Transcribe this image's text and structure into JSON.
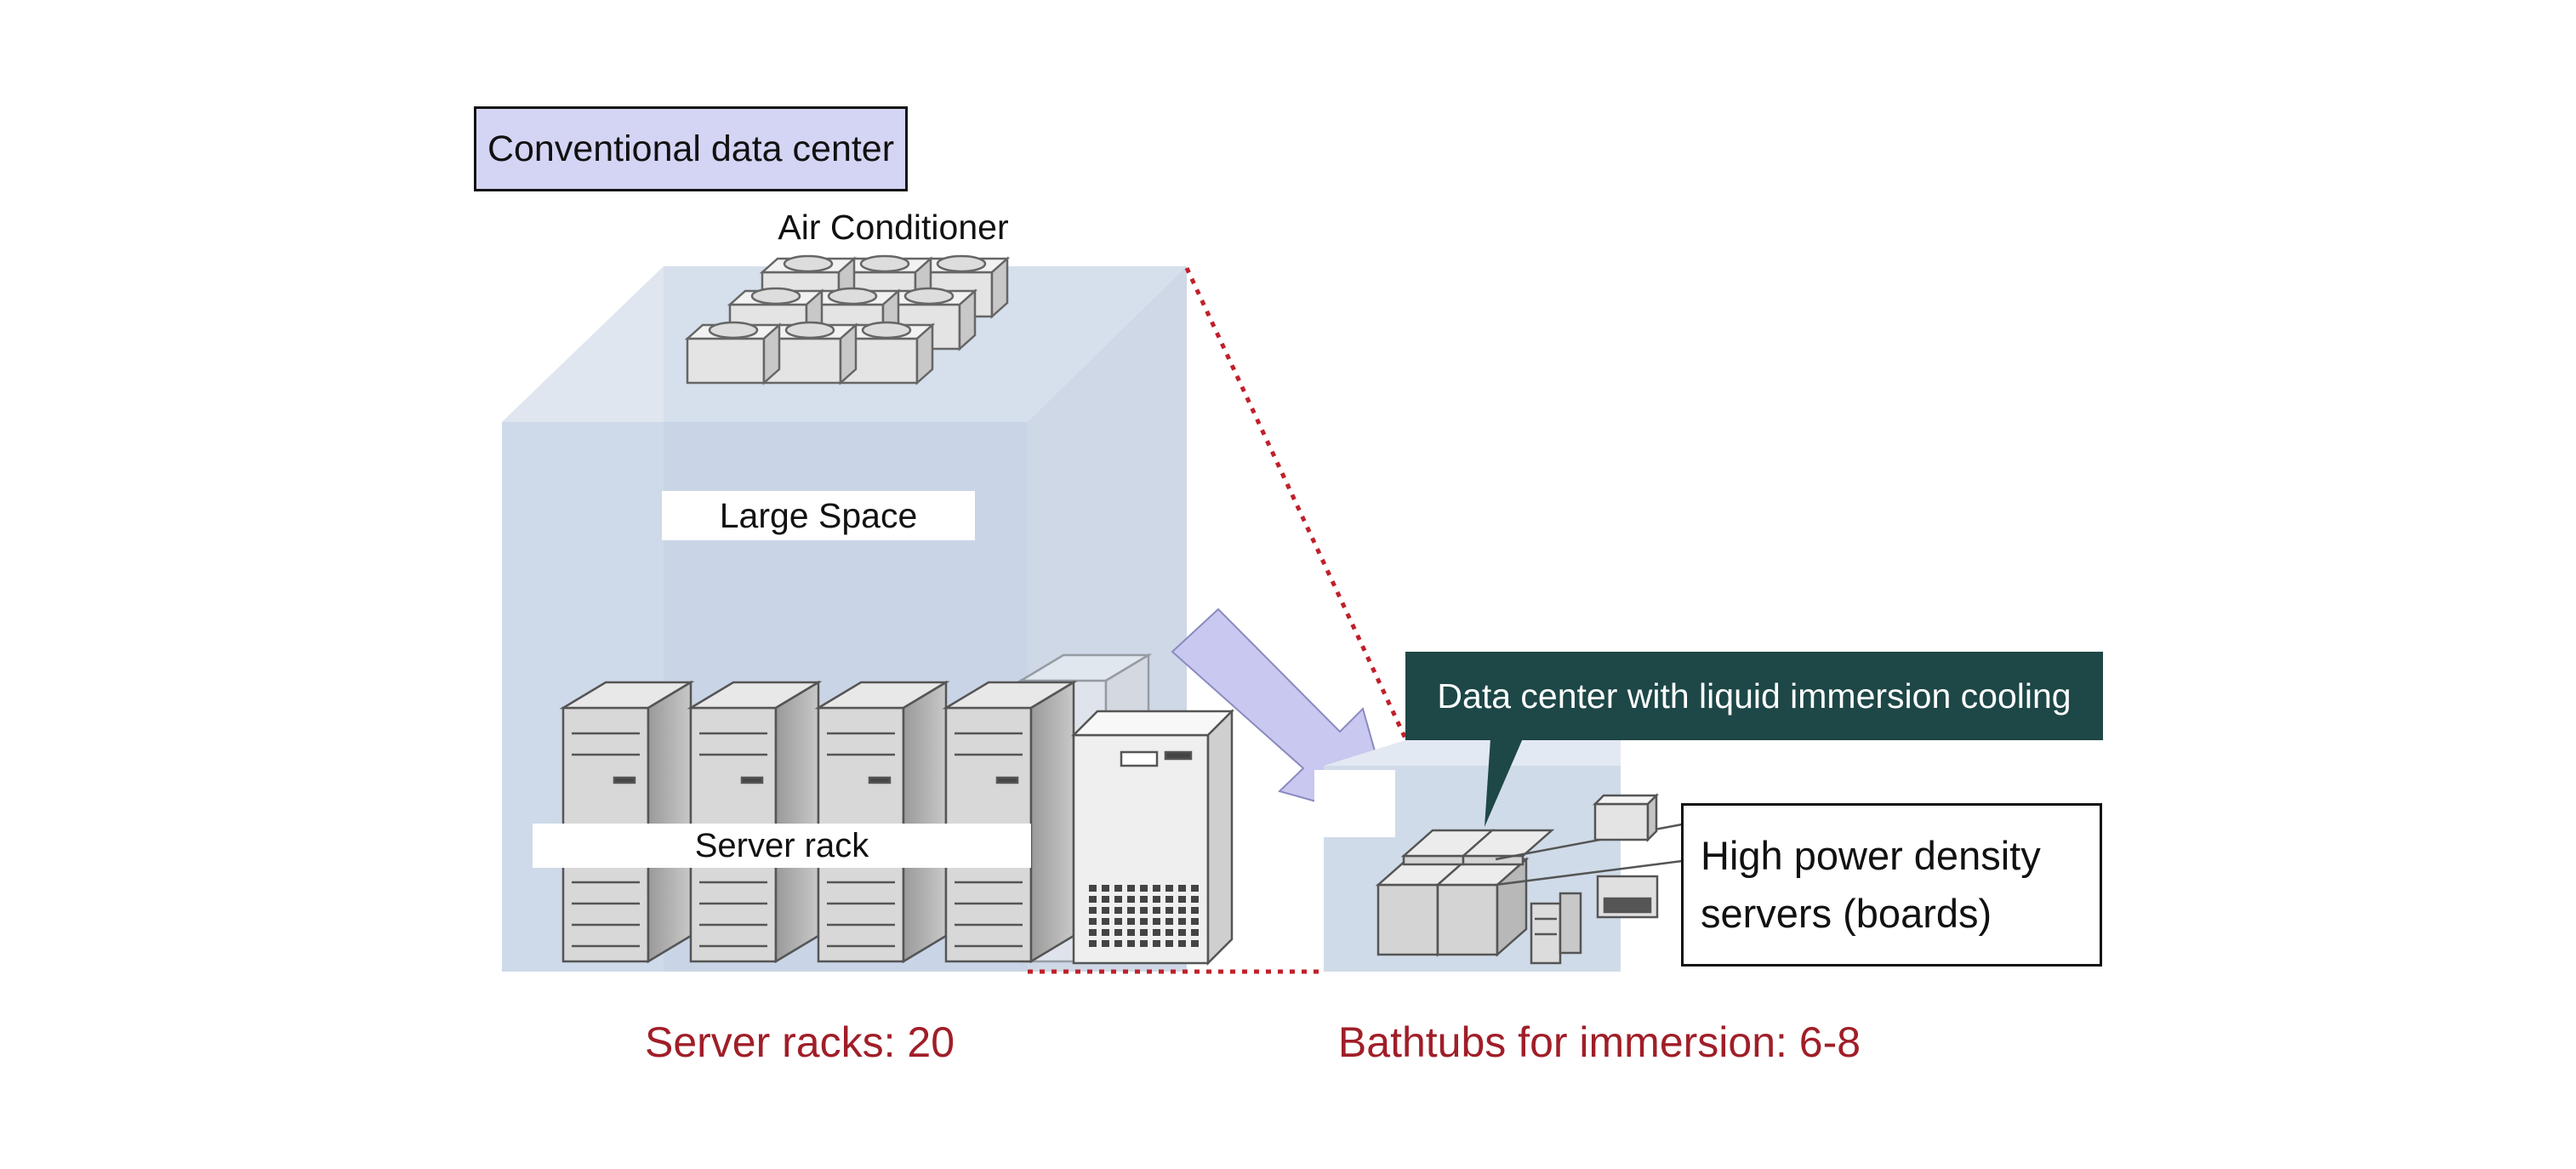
{
  "conventional": {
    "title": "Conventional data center",
    "air_conditioner_label": "Air Conditioner",
    "space_label": "Large Space",
    "rack_label": "Server rack",
    "count_label": "Server racks: 20"
  },
  "immersion": {
    "title": "Data center with liquid immersion cooling",
    "server_label_line1": "High power density",
    "server_label_line2": "servers (boards)",
    "count_label": "Bathtubs for immersion: 6-8"
  },
  "colors": {
    "room_fill": "#cdd9e8",
    "title_box": "#d4d4f4",
    "dark_title": "#1e4747",
    "arrow": "#c8c8f0",
    "dotted_line": "#c0202a",
    "count_text": "#a01e28"
  }
}
